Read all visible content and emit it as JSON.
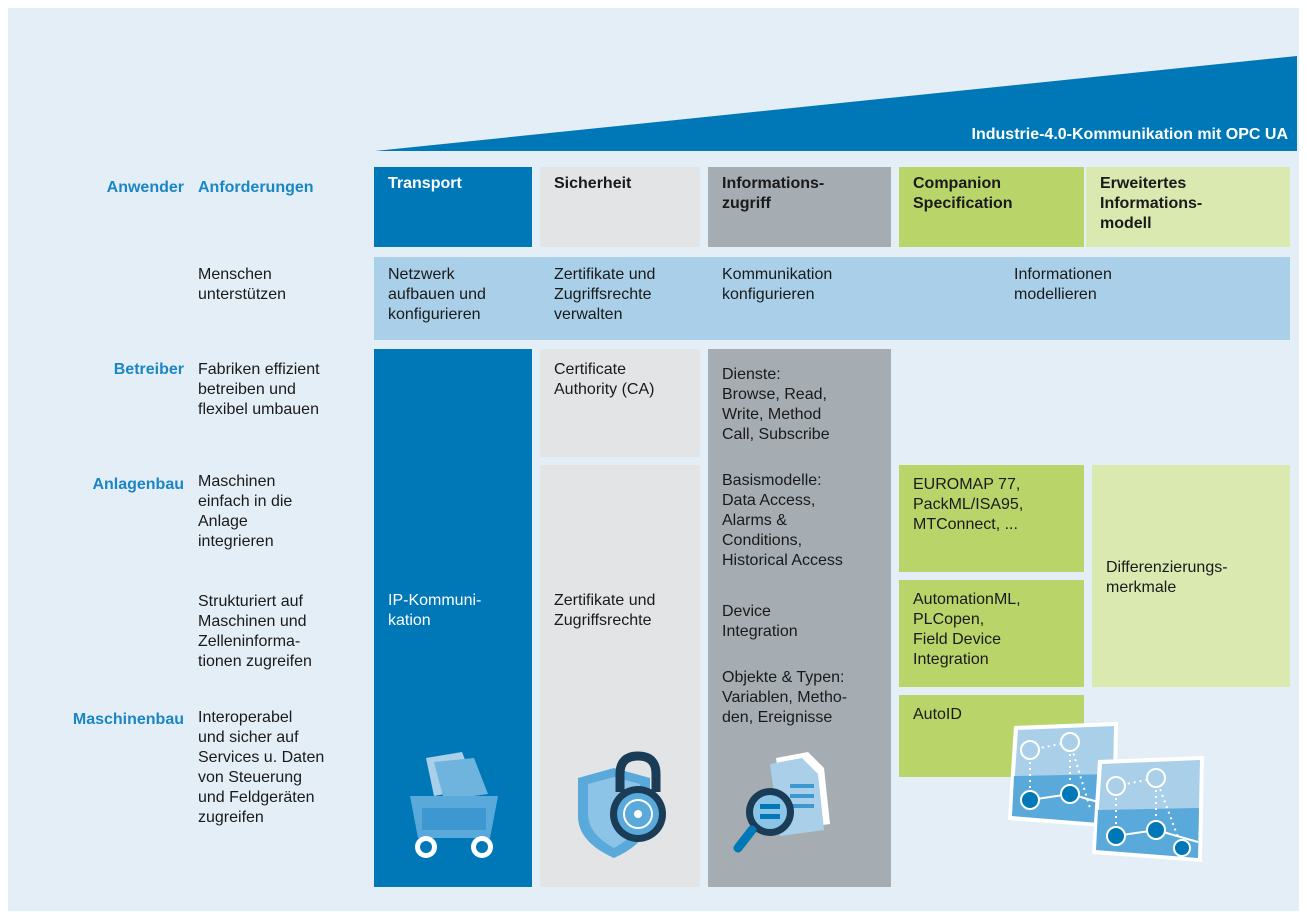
{
  "banner": {
    "title": "Industrie-4.0-Kommunikation mit OPC UA"
  },
  "roles": {
    "anwender": "Anwender",
    "betreiber": "Betreiber",
    "anlagenbau": "Anlagenbau",
    "maschinenbau": "Maschinenbau"
  },
  "requirements": {
    "title": "Anforderungen",
    "menschen": "Menschen\nunterstützen",
    "fabriken": "Fabriken effizient\nbetreiben und\nflexibel umbauen",
    "maschinen": "Maschinen\neinfach in die\nAnlage\nintegrieren",
    "strukturiert": "Strukturiert auf\nMaschinen und\nZelleninforma-\ntionen zugreifen",
    "interoperabel": "Interoperabel\nund sicher auf\nServices u. Daten\nvon Steuerung\nund Feldgeräten\nzugreifen"
  },
  "columns": {
    "transport": {
      "header": "Transport",
      "task": "Netzwerk\naufbauen und\nkonfigurieren",
      "detail": "IP-Kommuni-\nkation"
    },
    "sicherheit": {
      "header": "Sicherheit",
      "task": "Zertifikate und\nZugriffsrechte\nverwalten",
      "ca": "Certificate\nAuthority (CA)",
      "detail": "Zertifikate und\nZugriffsrechte"
    },
    "informationszugriff": {
      "header": "Informations-\nzugriff",
      "task": "Kommunikation\nkonfigurieren",
      "dienste": "Dienste:\nBrowse, Read,\nWrite, Method\nCall, Subscribe",
      "basismodelle": "Basismodelle:\nData Access,\nAlarms &\nConditions,\nHistorical Access",
      "device": "Device\nIntegration",
      "objekte": "Objekte & Typen:\nVariablen, Metho-\nden, Ereignisse"
    },
    "companion": {
      "header": "Companion\nSpecification",
      "euromap": "EUROMAP 77,\nPackML/ISA95,\nMTConnect, ...",
      "automationml": "AutomationML,\nPLCopen,\nField Device\nIntegration",
      "autoid": "AutoID"
    },
    "erweitert": {
      "header": "Erweitertes\nInformations-\nmodell",
      "differenzierung": "Differenzierungs-\nmerkmale"
    },
    "informationen_modellieren": "Informationen\nmodellieren"
  },
  "colors": {
    "background": "#e4eef7",
    "blue_dark": "#0078b8",
    "blue_light": "#a9d0e8",
    "gray_light": "#e2e4e6",
    "gray_mid": "#a5adb3",
    "green_mid": "#b9d56a",
    "green_light": "#d9e9b0",
    "role_text": "#1a86c4"
  },
  "icons": [
    "cart-with-documents-icon",
    "padlock-shield-icon",
    "magnifier-document-icon",
    "network-model-icon"
  ]
}
